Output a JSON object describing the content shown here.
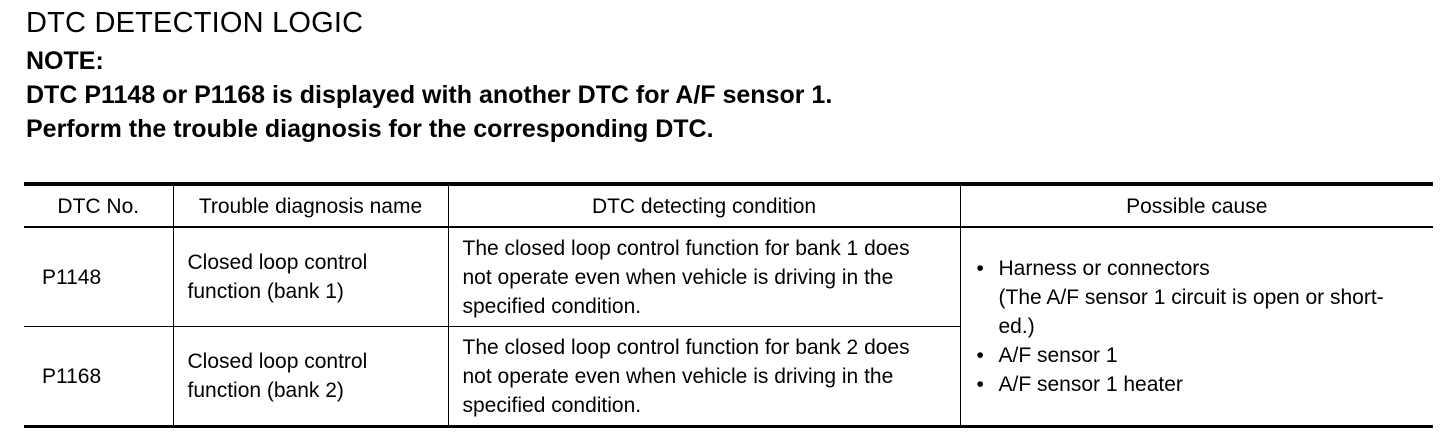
{
  "heading": "DTC DETECTION LOGIC",
  "note": {
    "label": "NOTE:",
    "line1": "DTC P1148 or P1168 is displayed with another DTC for A/F sensor 1.",
    "line2": "Perform the trouble diagnosis for the corresponding DTC."
  },
  "table": {
    "headers": [
      "DTC No.",
      "Trouble diagnosis name",
      "DTC detecting condition",
      "Possible cause"
    ],
    "rows": [
      {
        "dtc": "P1148",
        "name_line1": "Closed loop control",
        "name_line2": "function (bank 1)",
        "cond_line1": "The closed loop control function for bank 1 does",
        "cond_line2": "not operate even when vehicle is driving in the",
        "cond_line3": "specified condition."
      },
      {
        "dtc": "P1168",
        "name_line1": "Closed loop control",
        "name_line2": "function (bank 2)",
        "cond_line1": "The closed loop control function for bank 2 does",
        "cond_line2": "not operate even when vehicle is driving in the",
        "cond_line3": "specified condition."
      }
    ],
    "causes": {
      "bullet": "•",
      "item1": "Harness or connectors",
      "item1_sub1": "(The A/F sensor 1 circuit is open or short-",
      "item1_sub2": "ed.)",
      "item2": "A/F sensor 1",
      "item3": "A/F sensor 1 heater"
    }
  }
}
